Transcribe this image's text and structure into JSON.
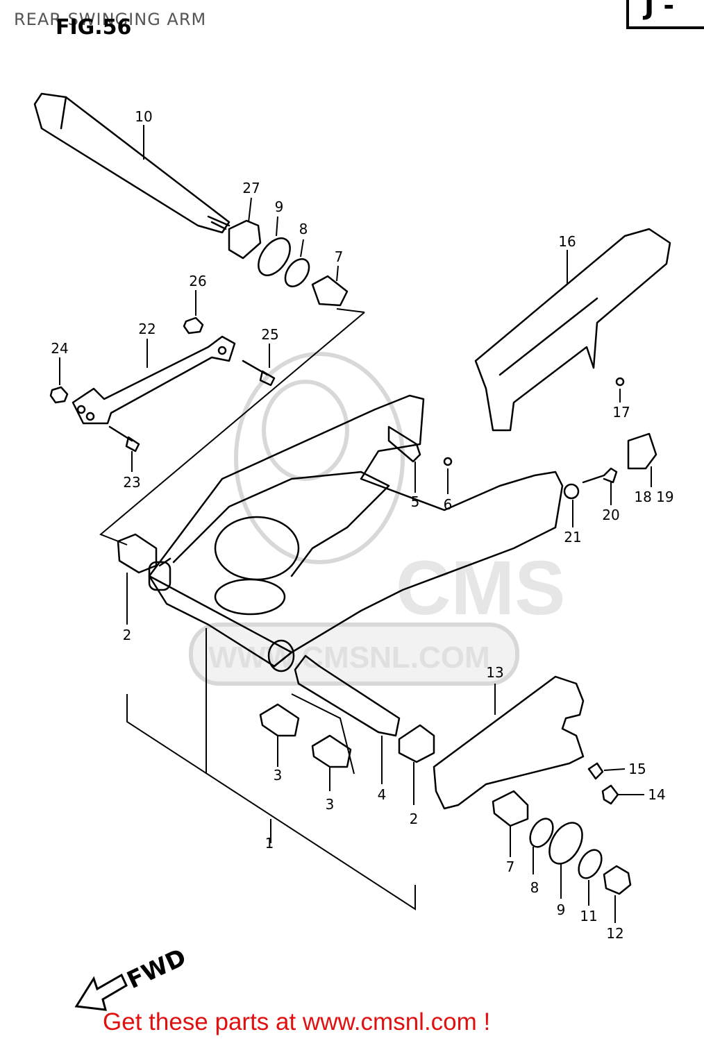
{
  "header": {
    "title": "REAR SWINGING ARM",
    "figure": "FIG.56",
    "section": "J -"
  },
  "watermark": {
    "text": "WWW.CMSNL.COM",
    "logo_text": "CMS"
  },
  "direction_label": "FWD",
  "footer": {
    "text": "Get these parts at www.cmsnl.com !"
  },
  "callouts": [
    "10",
    "27",
    "9",
    "8",
    "7",
    "26",
    "22",
    "24",
    "25",
    "23",
    "16",
    "17",
    "5",
    "6",
    "18 19",
    "20",
    "21",
    "2",
    "13",
    "15",
    "14",
    "3",
    "3",
    "4",
    "2",
    "1",
    "7",
    "8",
    "9",
    "11",
    "12"
  ],
  "colors": {
    "line": "#000000",
    "watermark": "#d8d8d8",
    "footer": "#e01010"
  }
}
